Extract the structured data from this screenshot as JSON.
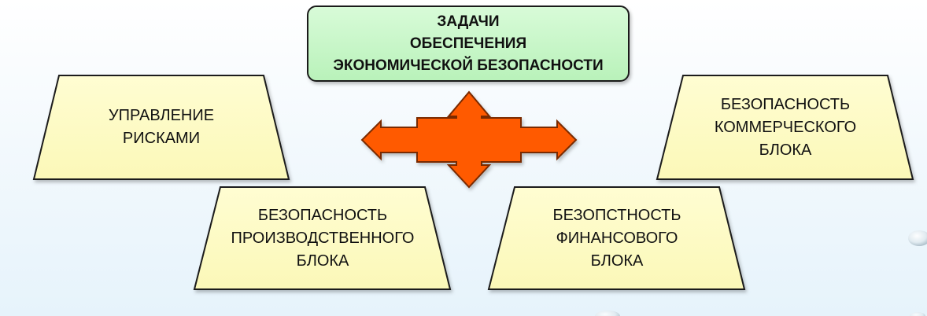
{
  "title": {
    "lines": [
      "ЗАДАЧИ",
      "ОБЕСПЕЧЕНИЯ",
      "ЭКОНОМИЧЕСКОЙ БЕЗОПАСНОСТИ"
    ],
    "fill": "#c6f6c6"
  },
  "blocks": [
    {
      "id": "risk-management",
      "lines": [
        "УПРАВЛЕНИЕ",
        "РИСКАМИ"
      ]
    },
    {
      "id": "commercial-security",
      "lines": [
        "БЕЗОПАСНОСТЬ",
        "КОММЕРЧЕСКОГО",
        "БЛОКА"
      ]
    },
    {
      "id": "production-security",
      "lines": [
        "БЕЗОПАСНОСТЬ",
        "ПРОИЗВОДСТВЕННОГО",
        "БЛОКА"
      ]
    },
    {
      "id": "financial-security",
      "lines": [
        "БЕЗОПСТНОСТЬ",
        "ФИНАНСОВОГО",
        "БЛОКА"
      ]
    }
  ],
  "colors": {
    "block_fill": "#fdfcc4",
    "block_stroke": "#1a1a1a",
    "arrow_fill": "#ff5a00",
    "arrow_stroke": "#7a2a00"
  },
  "icons": {
    "center": "four-way-arrow-icon",
    "decoration": "water-drop-icon"
  }
}
